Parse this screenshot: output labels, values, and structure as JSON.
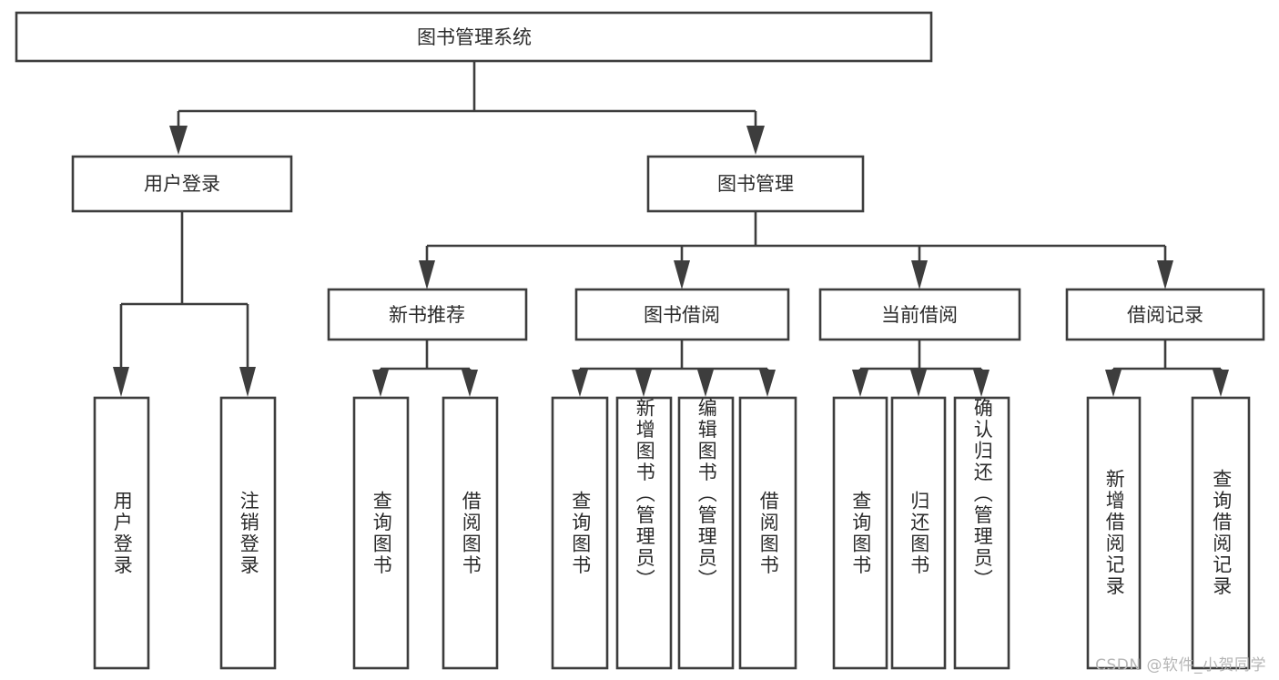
{
  "diagram": {
    "type": "tree",
    "title": "图书管理系统",
    "orientation": "top-down",
    "colors": {
      "background": "#ffffff",
      "stroke": "#3d3d3d",
      "box_fill": "#ffffff",
      "text": "#2b2b2b",
      "watermark": "#b6b6b6"
    },
    "root": {
      "label": "图书管理系统"
    },
    "level2": [
      {
        "label": "用户登录"
      },
      {
        "label": "图书管理"
      }
    ],
    "level3": [
      {
        "label": "新书推荐"
      },
      {
        "label": "图书借阅"
      },
      {
        "label": "当前借阅"
      },
      {
        "label": "借阅记录"
      }
    ],
    "leaves": {
      "user_login": [
        {
          "label": "用户登录"
        },
        {
          "label": "注销登录"
        }
      ],
      "new_book_recommend": [
        {
          "label": "查询图书"
        },
        {
          "label": "借阅图书"
        }
      ],
      "book_borrow": [
        {
          "label": "查询图书"
        },
        {
          "label": "新增图书（管理员）"
        },
        {
          "label": "编辑图书（管理员）"
        },
        {
          "label": "借阅图书"
        }
      ],
      "current_borrow": [
        {
          "label": "查询图书"
        },
        {
          "label": "归还图书"
        },
        {
          "label": "确认归还（管理员）"
        }
      ],
      "borrow_record": [
        {
          "label": "新增借阅记录"
        },
        {
          "label": "查询借阅记录"
        }
      ]
    }
  },
  "watermark": {
    "text": "CSDN @软件_小贺同学"
  }
}
